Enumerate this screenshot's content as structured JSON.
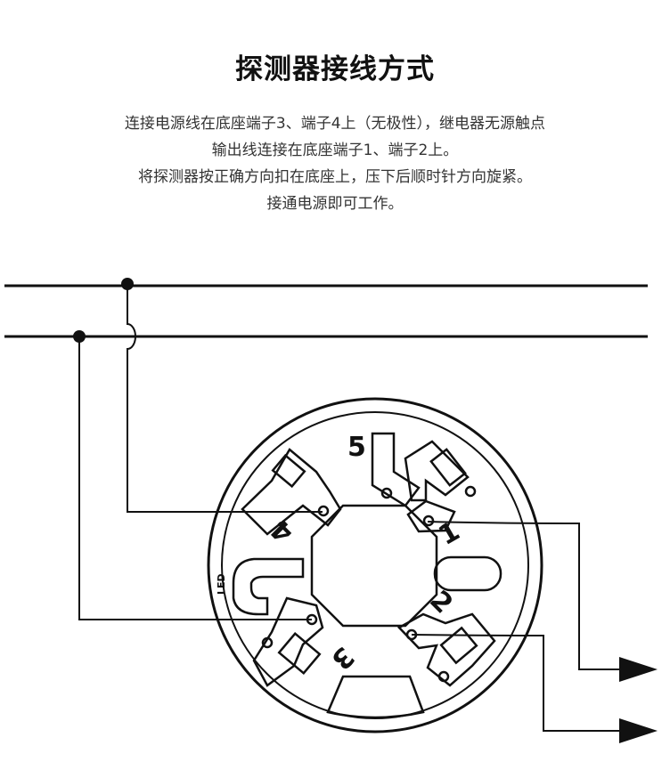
{
  "title": "探测器接线方式",
  "description": [
    "连接电源线在底座端子3、端子4上（无极性），继电器无源触点",
    "输出线连接在底座端子1、端子2上。",
    "将探测器按正确方向扣在底座上，压下后顺时针方向旋紧。",
    "接通电源即可工作。"
  ],
  "diagram": {
    "terminals": [
      "5",
      "4",
      "1",
      "3",
      "2"
    ],
    "led_label": "LED"
  }
}
